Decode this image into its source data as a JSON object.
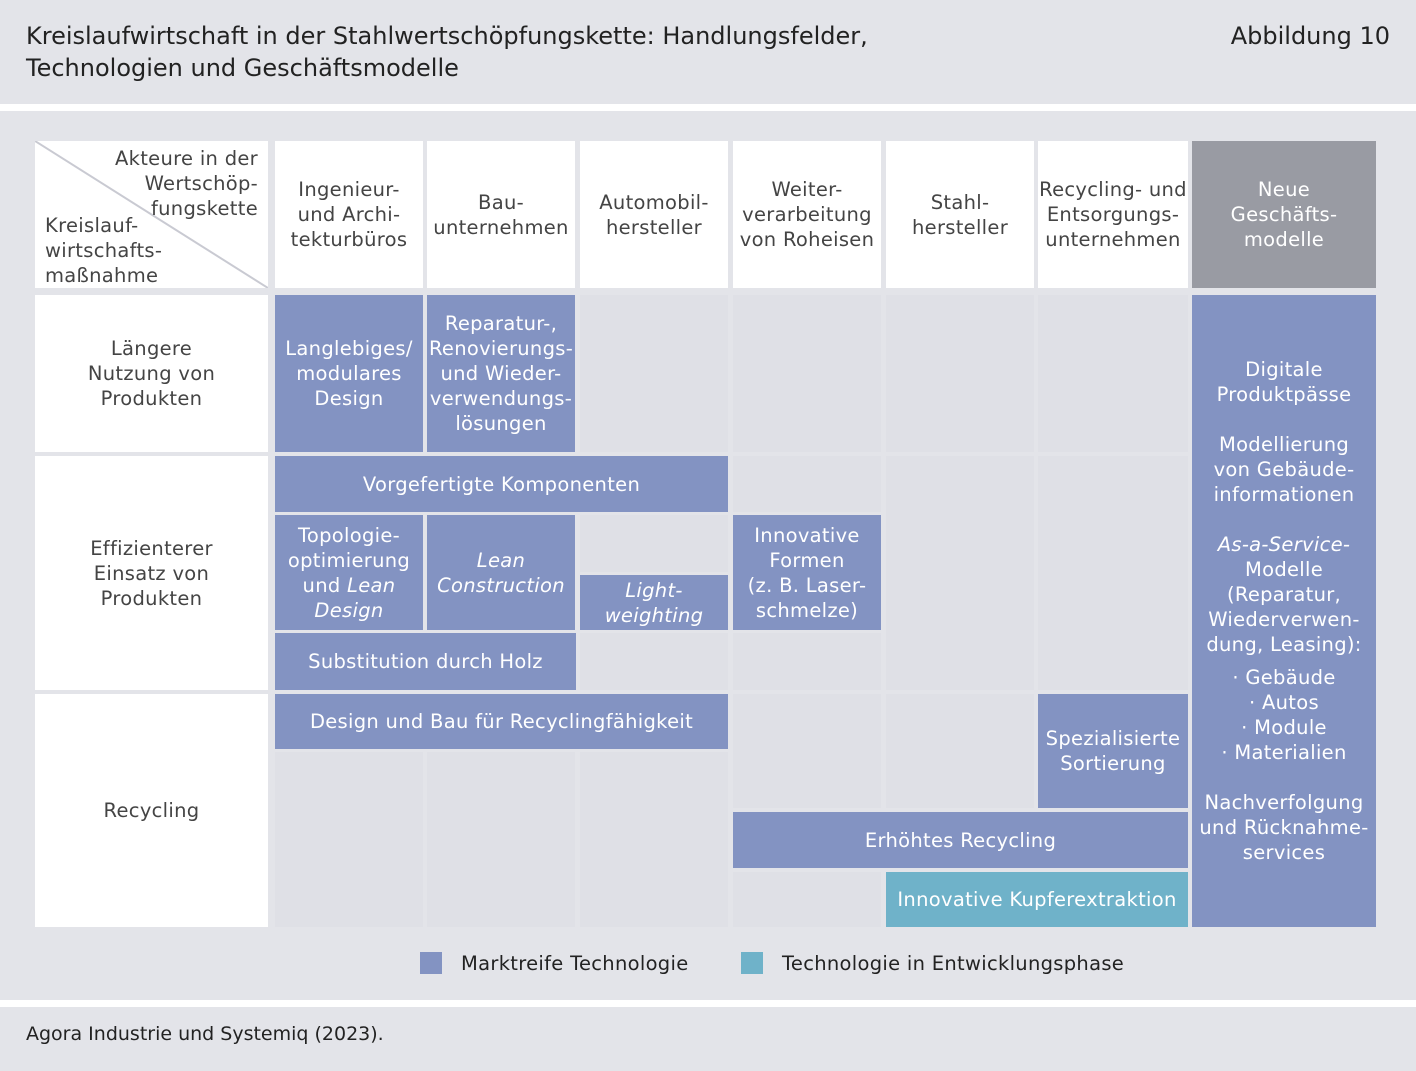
{
  "header": {
    "title_line1": "Kreislaufwirtschaft in der Stahlwertschöpfungskette: Handlungsfelder,",
    "title_line2": "Technologien und Geschäftsmodelle",
    "figure_number": "Abbildung 10"
  },
  "colors": {
    "market_ready": "#8393c2",
    "in_development": "#6fb2c9",
    "new_business_header": "#999ba3",
    "background": "#e3e4e9"
  },
  "corner": {
    "actors_label": "Akteure in der\nWertschöp-\nfungskette",
    "measures_label": "Kreislauf-\nwirtschafts-\nmaßnahme"
  },
  "columns": [
    "Ingenieur-\nund Archi-\ntekturbüros",
    "Bau-\nunternehmen",
    "Automobil-\nhersteller",
    "Weiter-\nverarbeitung\nvon Roheisen",
    "Stahl-\nhersteller",
    "Recycling- und\nEntsorgungs-\nunternehmen",
    "Neue\nGeschäfts-\nmodelle"
  ],
  "rows": [
    "Längere\nNutzung von\nProdukten",
    "Effizienterer\nEinsatz von\nProdukten",
    "Recycling"
  ],
  "blocks": {
    "langlebig": "Langlebiges/\nmodulares\nDesign",
    "reparatur": "Reparatur-,\nRenovierungs-\nund Wieder-\nverwendungs-\nlösungen",
    "vorgefertigt": "Vorgefertigte Komponenten",
    "topologie_a": "Topologie-\noptimierung\nund ",
    "topologie_b": "Lean\nDesign",
    "lean_construction": "Lean\nConstruction",
    "lightweighting": "Light-\nweighting",
    "innovative_formen": "Innovative\nFormen\n(z. B. Laser-\nschmelze)",
    "holz": "Substitution durch Holz",
    "design_recycling": "Design und Bau für Recyclingfähigkeit",
    "sortierung": "Spezialisierte\nSortierung",
    "erhoehtes_recycling": "Erhöhtes Recycling",
    "kupfer": "Innovative Kupferextraktion"
  },
  "new_business": {
    "item1": "Digitale\nProduktpässe",
    "item2": "Modellierung\nvon Gebäude-\ninformationen",
    "item3_italic": "As-a-Service-",
    "item3_rest": "\nModelle\n(Reparatur,\nWiederverwen-\ndung, Leasing):",
    "item3_list": "· Gebäude\n· Autos\n· Module\n· Materialien",
    "item4": "Nachverfolgung\nund Rücknahme-\nservices"
  },
  "legend": {
    "market_ready": "Marktreife Technologie",
    "in_development": "Technologie in Entwicklungsphase"
  },
  "source": "Agora Industrie und Systemiq (2023)."
}
